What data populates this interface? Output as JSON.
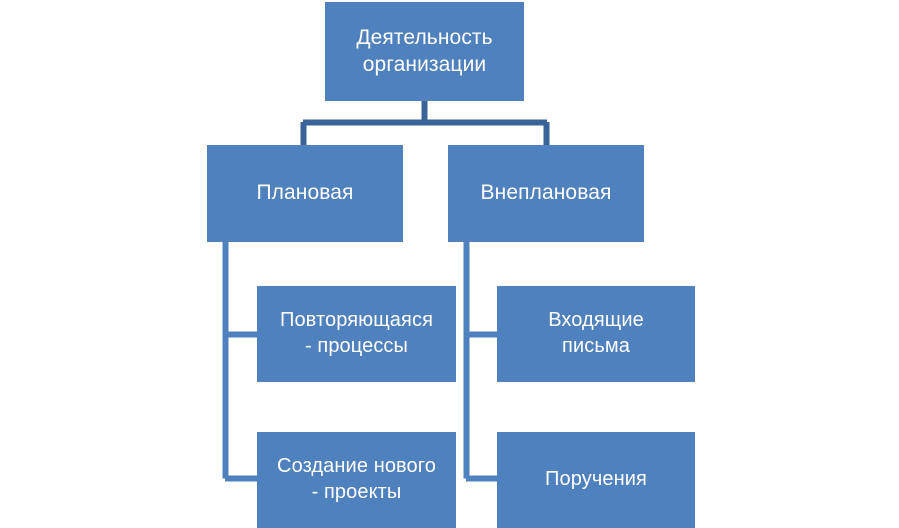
{
  "diagram": {
    "type": "organizational-tree",
    "title_node": "root",
    "theme": {
      "node_fill": "#4E81BD",
      "node_text_color": "#FFFFFF",
      "connector_color": "#3A6398",
      "background": "#FFFFFF"
    },
    "nodes": {
      "root": {
        "label": "Деятельность\nорганизации",
        "level": 1
      },
      "planned": {
        "label": "Плановая",
        "level": 2
      },
      "unplanned": {
        "label": "Внеплановая",
        "level": 2
      },
      "repeating": {
        "label": "Повторяющаяся\n- процессы",
        "level": 3,
        "parent": "planned"
      },
      "new_creation": {
        "label": "Создание нового\n- проекты",
        "level": 3,
        "parent": "planned"
      },
      "incoming_letters": {
        "label": "Входящие\nписьма",
        "level": 3,
        "parent": "unplanned"
      },
      "assignments": {
        "label": "Поручения",
        "level": 3,
        "parent": "unplanned"
      }
    },
    "edges": [
      {
        "from": "root",
        "to": "planned"
      },
      {
        "from": "root",
        "to": "unplanned"
      },
      {
        "from": "planned",
        "to": "repeating"
      },
      {
        "from": "planned",
        "to": "new_creation"
      },
      {
        "from": "unplanned",
        "to": "incoming_letters"
      },
      {
        "from": "unplanned",
        "to": "assignments"
      }
    ]
  }
}
